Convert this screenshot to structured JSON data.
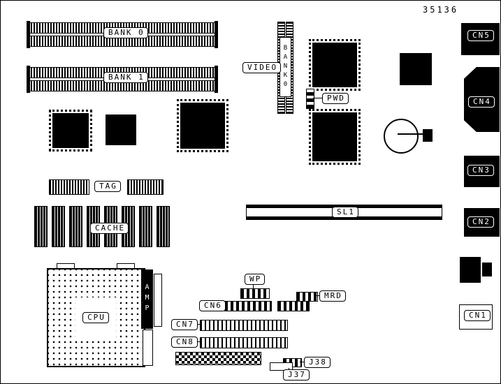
{
  "diagram": {
    "part_number": "35136",
    "memory": {
      "bank0": "BANK 0",
      "bank1": "BANK 1",
      "video": "VIDEO",
      "video_slot": "BANK0"
    },
    "labels": {
      "pwd": "PWD",
      "tag": "TAG",
      "cache": "CACHE",
      "sl1": "SL1",
      "cpu": "CPU",
      "amp": "AMP",
      "wp": "WP",
      "mrd": "MRD"
    },
    "headers": {
      "cn6": "CN6",
      "cn7": "CN7",
      "cn8": "CN8",
      "j37": "J37",
      "j38": "J38"
    },
    "rear_connectors": {
      "cn1": "CN1",
      "cn2": "CN2",
      "cn3": "CN3",
      "cn4": "CN4",
      "cn5": "CN5"
    },
    "colors": {
      "ink": "#000000",
      "paper": "#ffffff"
    }
  }
}
